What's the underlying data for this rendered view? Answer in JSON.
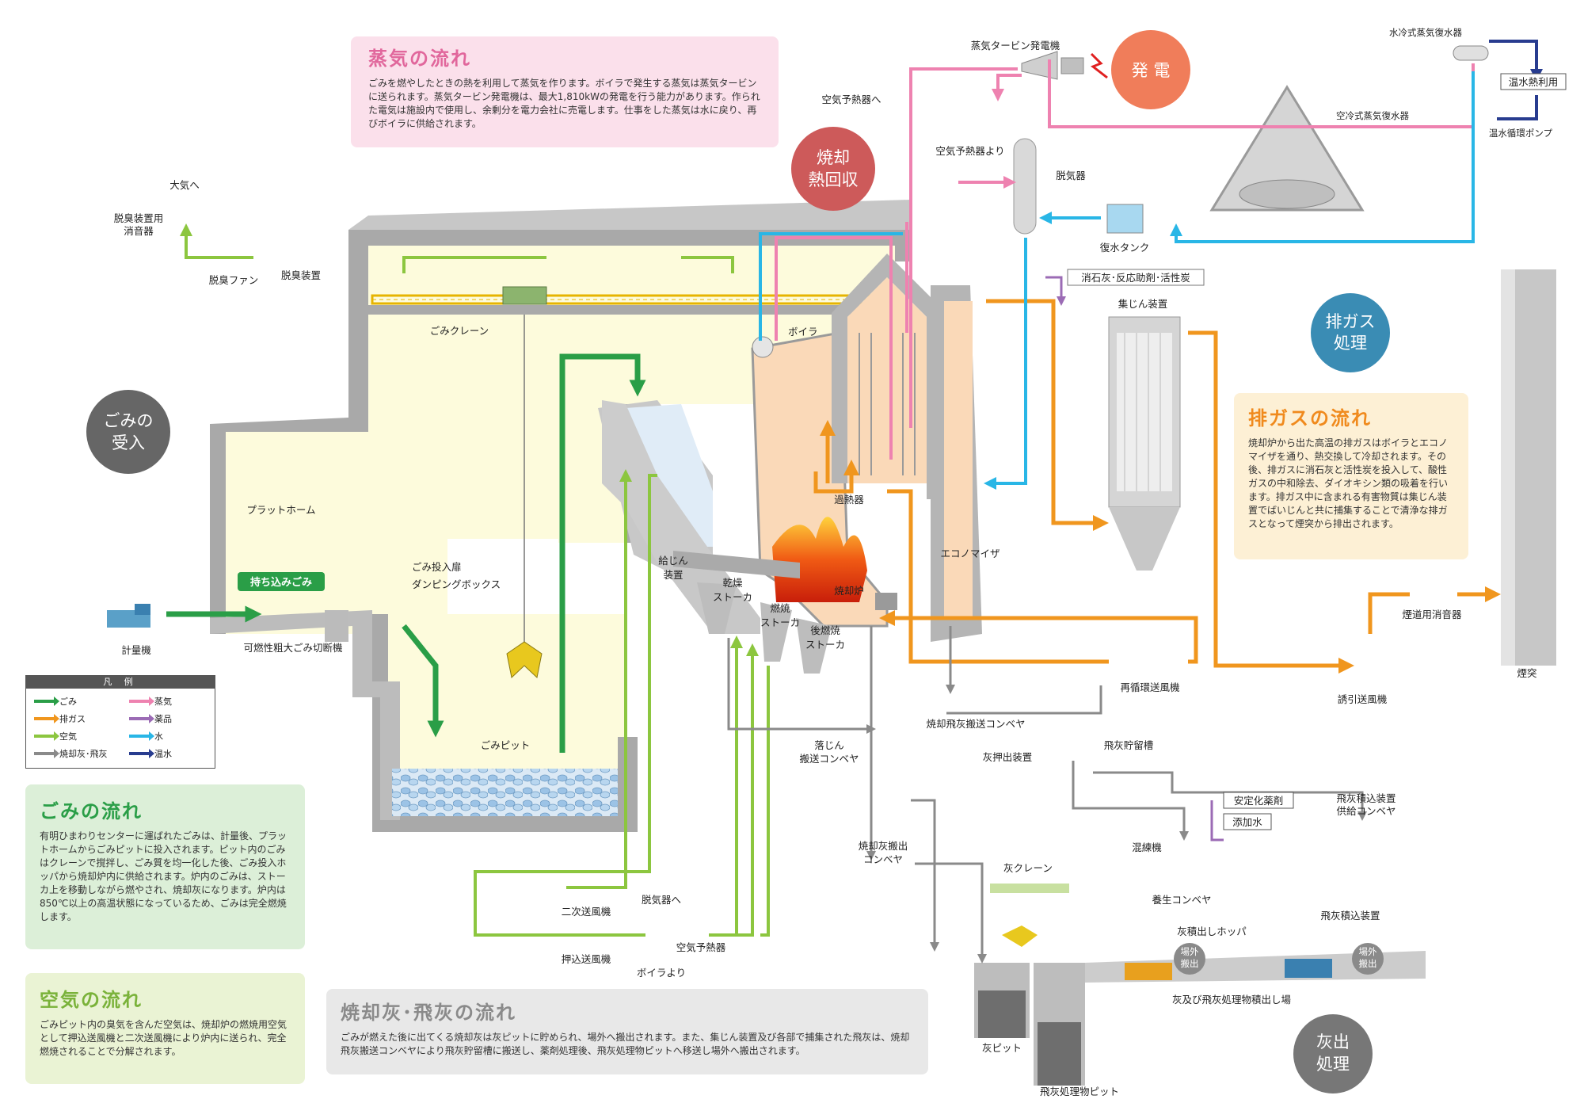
{
  "steam_box": {
    "title": "蒸気の流れ",
    "body": "ごみを燃やしたときの熱を利用して蒸気を作ります。ボイラで発生する蒸気は蒸気タービンに送られます。蒸気タービン発電機は、最大1,810kWの発電を行う能力があります。作られた電気は施設内で使用し、余剰分を電力会社に売電します。仕事をした蒸気は水に戻り、再びボイラに供給されます。"
  },
  "gas_box": {
    "title": "排ガスの流れ",
    "body": "焼却炉から出た高温の排ガスはボイラとエコノマイザを通り、熱交換して冷却されます。その後、排ガスに消石灰と活性炭を投入して、酸性ガスの中和除去、ダイオキシン類の吸着を行います。排ガス中に含まれる有害物質は集じん装置でばいじんと共に捕集することで清浄な排ガスとなって煙突から排出されます。"
  },
  "waste_box": {
    "title": "ごみの流れ",
    "body": "有明ひまわりセンターに運ばれたごみは、計量後、プラットホームからごみピットに投入されます。ピット内のごみはクレーンで撹拌し、ごみ質を均一化した後、ごみ投入ホッパから焼却炉内に供給されます。炉内のごみは、ストーカ上を移動しながら燃やされ、焼却灰になります。炉内は850℃以上の高温状態になっているため、ごみは完全燃焼します。"
  },
  "air_box": {
    "title": "空気の流れ",
    "body": "ごみピット内の臭気を含んだ空気は、焼却炉の燃焼用空気として押込送風機と二次送風機により炉内に送られ、完全燃焼されることで分解されます。"
  },
  "ash_box": {
    "title": "焼却灰･飛灰の流れ",
    "body": "ごみが燃えた後に出てくる焼却灰は灰ピットに貯められ、場外へ搬出されます。また、集じん装置及び各部で捕集された飛灰は、焼却飛灰搬送コンベヤにより飛灰貯留槽に搬送し、薬剤処理後、飛灰処理物ピットへ移送し場外へ搬出されます。"
  },
  "legend": {
    "title": "凡 例",
    "items": [
      {
        "label": "ごみ",
        "color": "#2a9e47"
      },
      {
        "label": "排ガス",
        "color": "#f0961e"
      },
      {
        "label": "空気",
        "color": "#8cc63f"
      },
      {
        "label": "焼却灰･飛灰",
        "color": "#8a8a8a"
      },
      {
        "label": "蒸気",
        "color": "#ee82b0"
      },
      {
        "label": "薬品",
        "color": "#9b6bb5"
      },
      {
        "label": "水",
        "color": "#29b6e6"
      },
      {
        "label": "温水",
        "color": "#283c8f"
      }
    ]
  },
  "circles": {
    "reception": [
      "ごみの",
      "受入"
    ],
    "incineration_heat": [
      "焼却",
      "熱回収"
    ],
    "power": [
      "発 電"
    ],
    "exhaust": [
      "排ガス",
      "処理"
    ],
    "ash": [
      "灰出",
      "処理"
    ]
  },
  "labels": {
    "to_atmosphere": "大気へ",
    "deodor_silencer": [
      "脱臭装置用",
      "消音器"
    ],
    "deodor_fan": "脱臭ファン",
    "deodor_device": "脱臭装置",
    "crane": "ごみクレーン",
    "platform": "プラットホーム",
    "brought_in": "持ち込みごみ",
    "door": "ごみ投入扉",
    "dumping_box": "ダンピングボックス",
    "scale": "計量機",
    "cutter": "可燃性粗大ごみ切断機",
    "pit": "ごみピット",
    "feeder": [
      "給じん",
      "装置"
    ],
    "dry_stoker": [
      "乾燥",
      "ストーカ"
    ],
    "burn_stoker": [
      "燃焼",
      "ストーカ"
    ],
    "post_stoker": [
      "後燃焼",
      "ストーカ"
    ],
    "furnace": "焼却炉",
    "superheater": "過熱器",
    "boiler": "ボイラ",
    "economizer": "エコノマイザ",
    "chem": "消石灰･反応助剤･活性炭",
    "dust_collector": "集じん装置",
    "recirc_fan": "再循環送風機",
    "induced_fan": "誘引送風機",
    "flue_silencer": "煙道用消音器",
    "stack": "煙突",
    "turbine": "蒸気タービン発電機",
    "to_air_preheater": "空気予熱器へ",
    "from_air_preheater": "空気予熱器より",
    "deaerator": "脱気器",
    "condensate_tank": "復水タンク",
    "air_condenser": "空冷式蒸気復水器",
    "water_condenser": "水冷式蒸気復水器",
    "hot_water_use": "温水熱利用",
    "hot_water_pump": "温水循環ポンプ",
    "ash_conveyor": "焼却飛灰搬送コンベヤ",
    "flyash_silo": "飛灰貯留槽",
    "drop_conveyor": [
      "落じん",
      "搬送コンベヤ"
    ],
    "ash_pusher": "灰押出装置",
    "ash_discharge_conveyor": [
      "焼却灰搬出",
      "コンベヤ"
    ],
    "stabilizer": "安定化薬剤",
    "add_water": "添加水",
    "kneader": "混練機",
    "flyash_loader_conveyor": [
      "飛灰積込装置",
      "供給コンベヤ"
    ],
    "curing_conveyor": "養生コンベヤ",
    "flyash_loader": "飛灰積込装置",
    "ash_crane": "灰クレーン",
    "ash_hopper": "灰積出しホッパ",
    "secondary_fan": "二次送風機",
    "forced_fan": "押込送風機",
    "air_preheater": "空気予熱器",
    "to_deaerator": "脱気器へ",
    "from_boiler": "ボイラより",
    "offsite1": [
      "場外",
      "搬出"
    ],
    "offsite2": [
      "場外",
      "搬出"
    ],
    "loading_area": "灰及び飛灰処理物積出し場",
    "ash_pit": "灰ピット",
    "flyash_pit": "飛灰処理物ピット"
  }
}
